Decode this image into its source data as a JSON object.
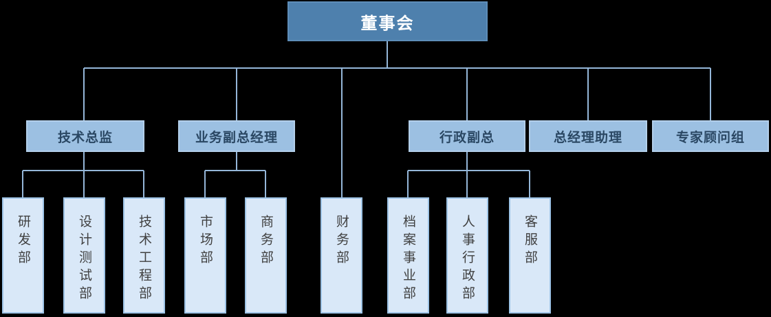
{
  "colors": {
    "background": "#000000",
    "root-fill": "#4E80AD",
    "root-border": "#5D8DB8",
    "root-text": "#FFFFFF",
    "exec-fill": "#9CC0E2",
    "exec-border": "#B3CFEA",
    "exec-text": "#2A4763",
    "dept-fill": "#D9E8F8",
    "dept-border": "#9DC3E6",
    "dept-text": "#404040",
    "connector": "#95B7D9"
  },
  "chart": {
    "type": "org-chart",
    "root": {
      "label": "董事会"
    },
    "executives": [
      {
        "label": "技术总监",
        "parent": "董事会"
      },
      {
        "label": "业务副总经理",
        "parent": "董事会"
      },
      {
        "label": "行政副总",
        "parent": "董事会"
      },
      {
        "label": "总经理助理",
        "parent": "董事会"
      },
      {
        "label": "专家顾问组",
        "parent": "董事会"
      }
    ],
    "departments": [
      {
        "label": "研发部",
        "parent": "技术总监"
      },
      {
        "label": "设计测试部",
        "parent": "技术总监"
      },
      {
        "label": "技术工程部",
        "parent": "技术总监"
      },
      {
        "label": "市场部",
        "parent": "业务副总经理"
      },
      {
        "label": "商务部",
        "parent": "业务副总经理"
      },
      {
        "label": "财务部",
        "parent": "董事会"
      },
      {
        "label": "档案事业部",
        "parent": "行政副总"
      },
      {
        "label": "人事行政部",
        "parent": "行政副总"
      },
      {
        "label": "客服部",
        "parent": "行政副总"
      }
    ]
  }
}
